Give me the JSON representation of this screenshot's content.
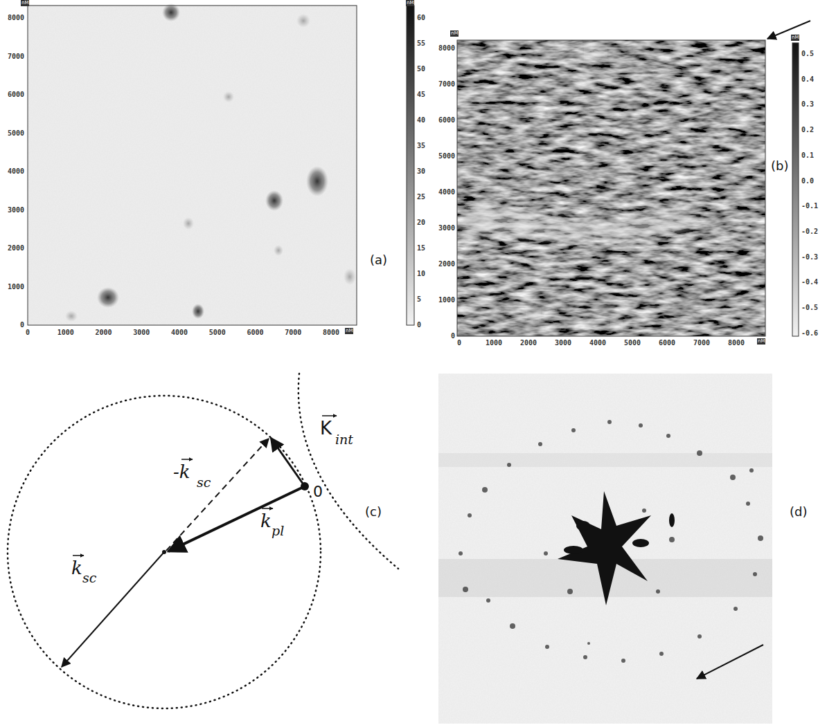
{
  "diagram": {
    "labels": [
      "nM",
      "8000",
      "7000",
      "6000",
      "5000",
      "4000",
      "3000",
      "2000",
      "1000",
      "0",
      "0",
      "1000",
      "2000",
      "3000",
      "4000",
      "5000",
      "6000",
      "7000",
      "8000",
      "nM",
      "nM",
      "60",
      "55",
      "50",
      "45",
      "40",
      "35",
      "30",
      "25",
      "20",
      "15",
      "10",
      "5",
      "0",
      "(a)",
      "nM",
      "8000",
      "7000",
      "6000",
      "5000",
      "4000",
      "3000",
      "2000",
      "1000",
      "0",
      "0",
      "1000",
      "2000",
      "3000",
      "4000",
      "5000",
      "6000",
      "7000",
      "8000",
      "nM",
      "nM",
      "0.5",
      "0.4",
      "0.3",
      "0.2",
      "0.1",
      "0.0",
      "-0.1",
      "-0.2",
      "-0.3",
      "-0.4",
      "-0.5",
      "-0.6",
      "(b)",
      "K",
      "int",
      "-k",
      "sc",
      "k",
      "pl",
      "k",
      "sc",
      "0",
      "(c)",
      "(d)"
    ]
  }
}
